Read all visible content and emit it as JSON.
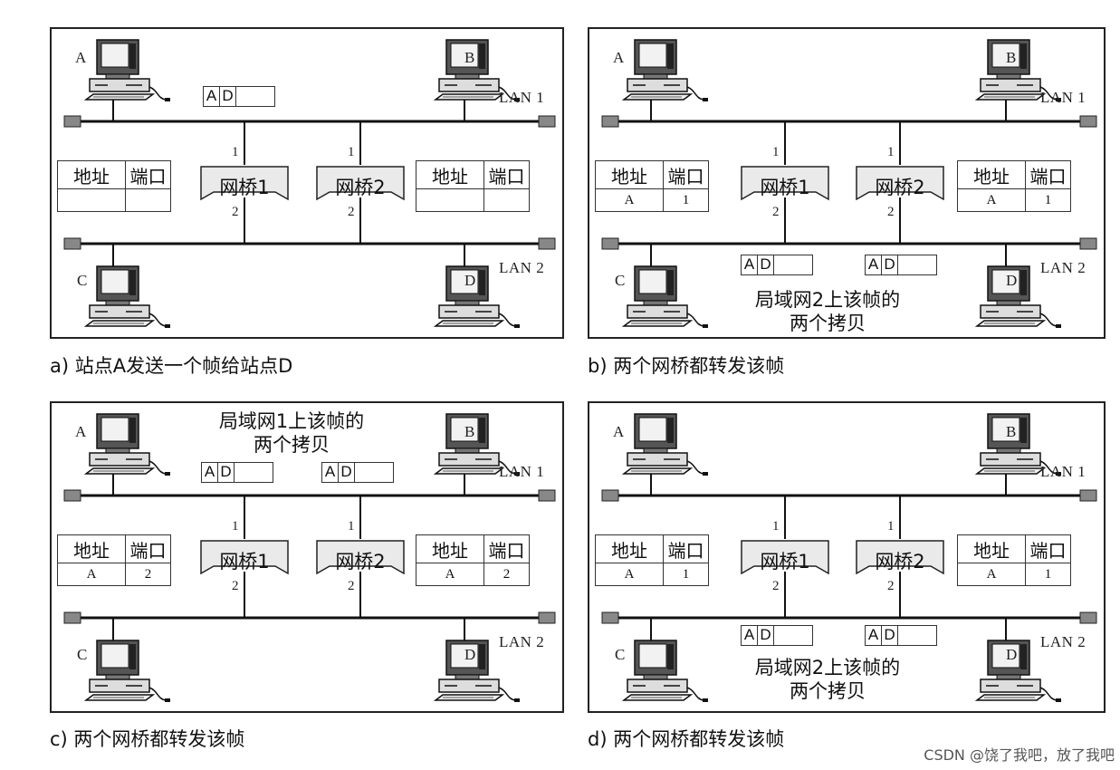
{
  "hosts": {
    "a": "A",
    "b": "B",
    "c": "C",
    "d": "D"
  },
  "lans": {
    "lan1": "LAN 1",
    "lan2": "LAN 2"
  },
  "bridges": {
    "b1": "网桥1",
    "b2": "网桥2"
  },
  "ports": {
    "p1": "1",
    "p2": "2"
  },
  "table_headers": {
    "address": "地址",
    "port": "端口"
  },
  "frame": {
    "src": "A",
    "dst": "D"
  },
  "panels": [
    {
      "caption": "a) 站点A发送一个帧给站点D",
      "table_left": {
        "addr": "",
        "port": ""
      },
      "table_right": {
        "addr": "",
        "port": ""
      },
      "note_lines": []
    },
    {
      "caption": "b) 两个网桥都转发该帧",
      "table_left": {
        "addr": "A",
        "port": "1"
      },
      "table_right": {
        "addr": "A",
        "port": "1"
      },
      "note_lines": [
        "局域网2上该帧的",
        "两个拷贝"
      ]
    },
    {
      "caption": "c) 两个网桥都转发该帧",
      "table_left": {
        "addr": "A",
        "port": "2"
      },
      "table_right": {
        "addr": "A",
        "port": "2"
      },
      "note_lines": [
        "局域网1上该帧的",
        "两个拷贝"
      ]
    },
    {
      "caption": "d) 两个网桥都转发该帧",
      "table_left": {
        "addr": "A",
        "port": "1"
      },
      "table_right": {
        "addr": "A",
        "port": "1"
      },
      "note_lines": [
        "局域网2上该帧的",
        "两个拷贝"
      ]
    }
  ],
  "watermark": "CSDN @饶了我吧，放了我吧"
}
